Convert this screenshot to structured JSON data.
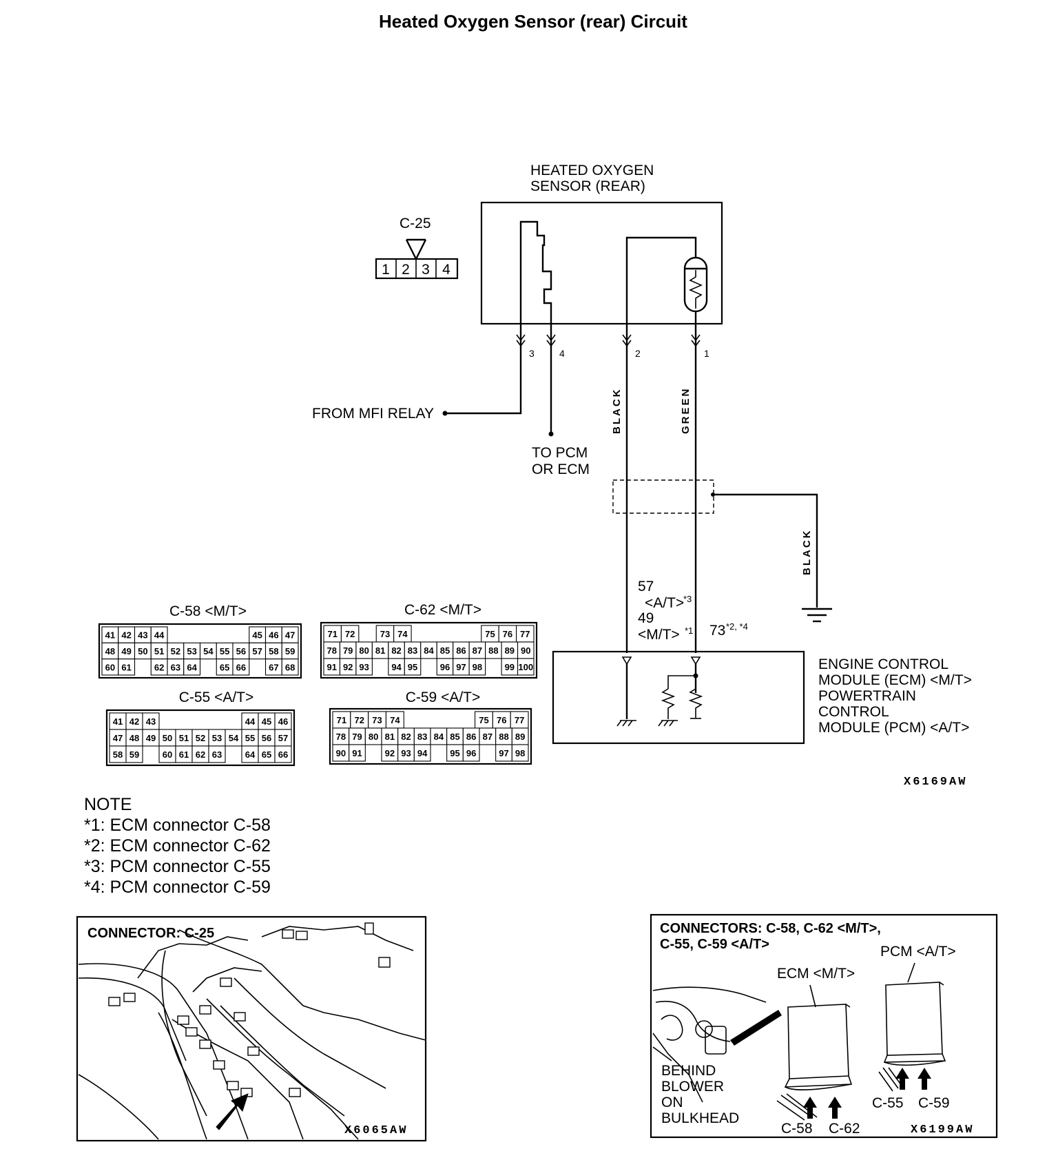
{
  "title": "Heated Oxygen Sensor (rear) Circuit",
  "sensor": {
    "label_line1": "HEATED OXYGEN",
    "label_line2": "SENSOR (REAR)",
    "connector_id": "C-25",
    "connector_pins": [
      "1",
      "2",
      "3",
      "4"
    ],
    "pins": [
      "3",
      "4",
      "2",
      "1"
    ]
  },
  "wires": {
    "from_relay": "FROM MFI RELAY",
    "to_pcm_line1": "TO PCM",
    "to_pcm_line2": "OR ECM",
    "black": "BLACK",
    "green": "GREEN",
    "ground_black": "BLACK"
  },
  "terminals": {
    "t57": "57",
    "at3": "<A/T>",
    "at3_sup": "*3",
    "t49": "49",
    "mt1": "<M/T>",
    "mt1_sup": "*1",
    "t73": "73",
    "t73_sup": "*2, *4"
  },
  "module": {
    "line1": "ENGINE CONTROL",
    "line2": "MODULE (ECM) <M/T>",
    "line3": "POWERTRAIN",
    "line4": "CONTROL",
    "line5": "MODULE (PCM) <A/T>"
  },
  "connector_grids": [
    {
      "label": "C-58 <M/T>",
      "rows": [
        [
          "41",
          "42",
          "43",
          "44",
          "",
          "",
          "",
          "",
          "",
          "45",
          "46",
          "47"
        ],
        [
          "48",
          "49",
          "50",
          "51",
          "52",
          "53",
          "54",
          "55",
          "56",
          "57",
          "58",
          "59"
        ],
        [
          "60",
          "61",
          "",
          "62",
          "63",
          "64",
          "",
          "65",
          "66",
          "",
          "67",
          "68"
        ]
      ]
    },
    {
      "label": "C-62 <M/T>",
      "rows": [
        [
          "71",
          "72",
          "",
          "73",
          "74",
          "",
          "",
          "",
          "",
          "75",
          "76",
          "77"
        ],
        [
          "78",
          "79",
          "80",
          "81",
          "82",
          "83",
          "84",
          "85",
          "86",
          "87",
          "88",
          "89",
          "90"
        ],
        [
          "91",
          "92",
          "93",
          "",
          "94",
          "95",
          "",
          "96",
          "97",
          "98",
          "",
          "99",
          "100"
        ]
      ]
    },
    {
      "label": "C-55 <A/T>",
      "rows": [
        [
          "41",
          "42",
          "43",
          "",
          "",
          "",
          "",
          "",
          "44",
          "45",
          "46"
        ],
        [
          "47",
          "48",
          "49",
          "50",
          "51",
          "52",
          "53",
          "54",
          "55",
          "56",
          "57"
        ],
        [
          "58",
          "59",
          "",
          "60",
          "61",
          "62",
          "63",
          "",
          "64",
          "65",
          "66"
        ]
      ]
    },
    {
      "label": "C-59 <A/T>",
      "rows": [
        [
          "71",
          "72",
          "73",
          "74",
          "",
          "",
          "",
          "",
          "75",
          "76",
          "77"
        ],
        [
          "78",
          "79",
          "80",
          "81",
          "82",
          "83",
          "84",
          "85",
          "86",
          "87",
          "88",
          "89"
        ],
        [
          "90",
          "91",
          "",
          "92",
          "93",
          "94",
          "",
          "95",
          "96",
          "",
          "97",
          "98"
        ]
      ]
    }
  ],
  "figure_codes": {
    "main": "X6169AW",
    "left_inset": "X6065AW",
    "right_inset": "X6199AW"
  },
  "notes": {
    "heading": "NOTE",
    "items": [
      "*1:  ECM  connector  C-58",
      "*2:  ECM  connector  C-62",
      "*3:  PCM  connector  C-55",
      "*4:  PCM  connector  C-59"
    ]
  },
  "inset_left": {
    "title": "CONNECTOR:  C-25"
  },
  "inset_right": {
    "title_line1": "CONNECTORS:  C-58,  C-62  <M/T>,",
    "title_line2": "C-55,  C-59  <A/T>",
    "pcm": "PCM <A/T>",
    "ecm": "ECM <M/T>",
    "location": [
      "BEHIND",
      "BLOWER",
      "ON",
      "BULKHEAD"
    ],
    "c58": "C-58",
    "c62": "C-62",
    "c55": "C-55",
    "c59": "C-59"
  }
}
